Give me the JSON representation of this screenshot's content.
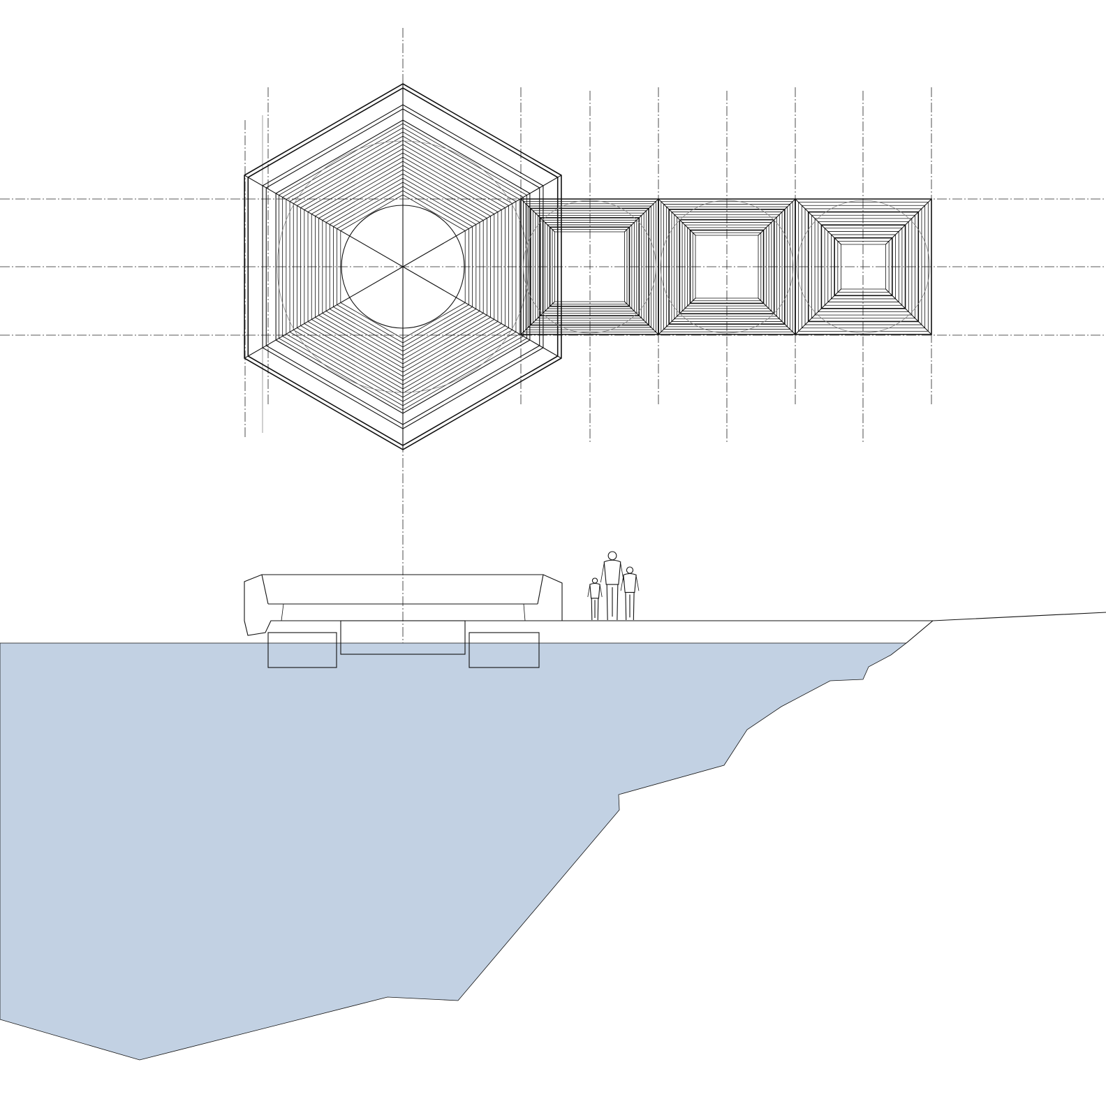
{
  "drawing": {
    "type": "architectural plan and section",
    "colors": {
      "line": "#111111",
      "water": "#c2d1e3",
      "background": "#ffffff"
    },
    "plan": {
      "hexagon_module_count": 1,
      "square_module_count": 3
    },
    "section": {
      "human_figure_count": 3
    }
  }
}
